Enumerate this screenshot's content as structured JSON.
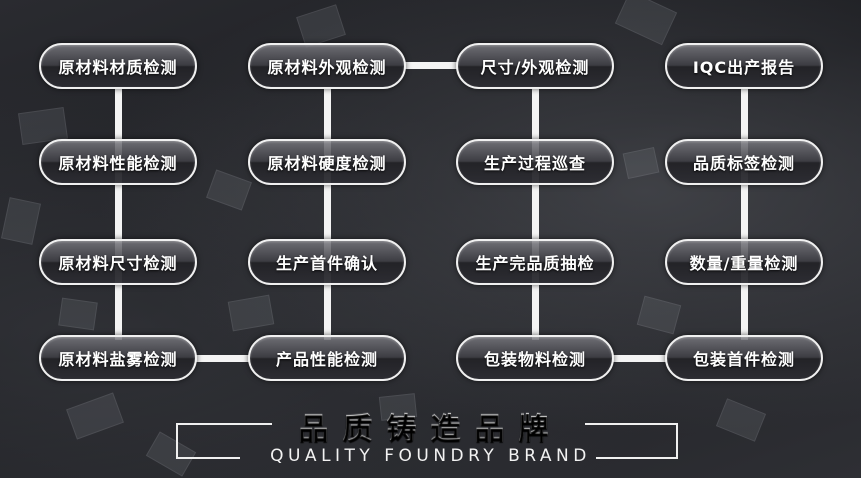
{
  "diagram": {
    "type": "quality-inspection-flowchart",
    "columns": [
      {
        "id": "col-1",
        "nodes": [
          "原材料材质检测",
          "原材料性能检测",
          "原材料尺寸检测",
          "原材料盐雾检测"
        ]
      },
      {
        "id": "col-2",
        "nodes": [
          "原材料外观检测",
          "原材料硬度检测",
          "生产首件确认",
          "产品性能检测"
        ]
      },
      {
        "id": "col-3",
        "nodes": [
          "尺寸/外观检测",
          "生产过程巡查",
          "生产完品质抽检",
          "包装物料检测"
        ]
      },
      {
        "id": "col-4",
        "nodes": [
          "IQC出产报告",
          "品质标签检测",
          "数量/重量检测",
          "包装首件检测"
        ]
      }
    ],
    "horizontal_links": [
      {
        "from": "原材料盐雾检测",
        "to": "产品性能检测"
      },
      {
        "from": "原材料外观检测",
        "to": "尺寸/外观检测"
      },
      {
        "from": "包装物料检测",
        "to": "包装首件检测"
      }
    ]
  },
  "footer": {
    "title_cn": "品质铸造品牌",
    "title_en": "QUALITY FOUNDRY BRAND"
  },
  "colors": {
    "background": "#1e1f23",
    "pill_border": "#f0f0f0",
    "connector": "#f4f4f4",
    "text": "#ffffff"
  }
}
